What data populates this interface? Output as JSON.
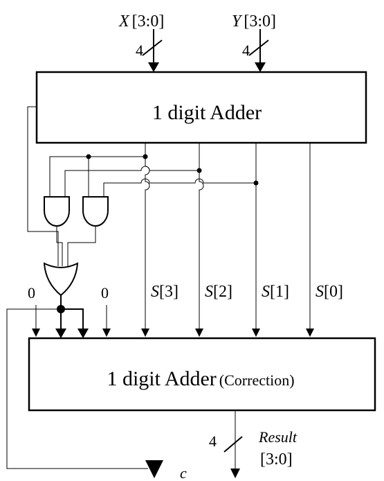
{
  "inputs": {
    "x": {
      "name": "X",
      "range": "[3:0]",
      "width": "4"
    },
    "y": {
      "name": "Y",
      "range": "[3:0]",
      "width": "4"
    }
  },
  "adder_top": {
    "label": "1 digit Adder"
  },
  "adder_bottom": {
    "label": "1 digit Adder",
    "note": "(Correction)"
  },
  "sum_bits": [
    {
      "name": "S",
      "index": "[3]"
    },
    {
      "name": "S",
      "index": "[2]"
    },
    {
      "name": "S",
      "index": "[1]"
    },
    {
      "name": "S",
      "index": "[0]"
    }
  ],
  "constants": {
    "zero_left": "0",
    "zero_right": "0"
  },
  "outputs": {
    "carry": {
      "name": "c"
    },
    "result": {
      "name": "Result",
      "range": "[3:0]",
      "width": "4"
    }
  }
}
